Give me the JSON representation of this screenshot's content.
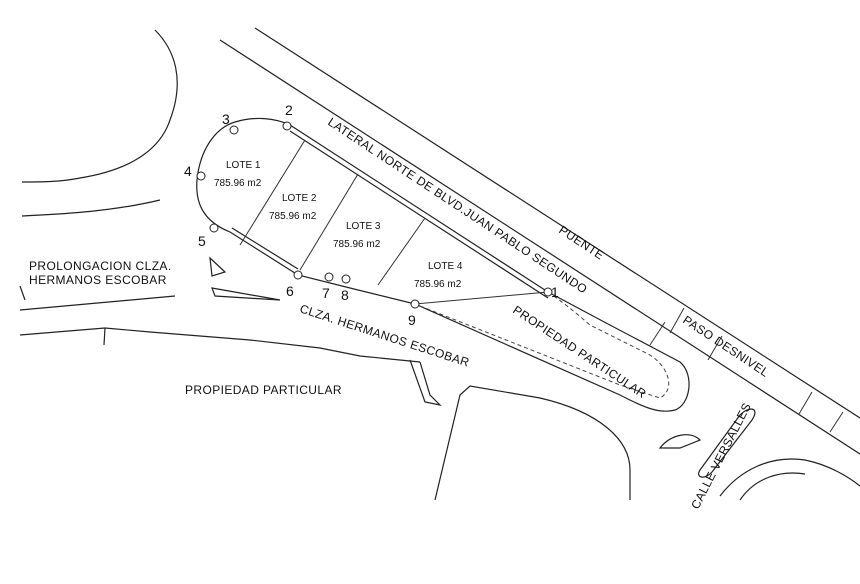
{
  "lots": [
    {
      "name": "LOTE 1",
      "area": "785.96 m2"
    },
    {
      "name": "LOTE 2",
      "area": "785.96 m2"
    },
    {
      "name": "LOTE 3",
      "area": "785.96 m2"
    },
    {
      "name": "LOTE 4",
      "area": "785.96 m2"
    }
  ],
  "vertices": [
    "1",
    "2",
    "3",
    "4",
    "5",
    "7",
    "8",
    "9"
  ],
  "streets": {
    "lateral_norte": "LATERAL NORTE DE BLVD.JUAN PABLO SEGUNDO",
    "puente": "PUENTE",
    "paso_desnivel": "PASO DESNIVEL",
    "prolongacion_line1": "PROLONGACION CLZA.",
    "prolongacion_line2": "HERMANOS ESCOBAR",
    "clza_hermanos_escobar": "CLZA. HERMANOS ESCOBAR",
    "calle_versalles": "CALLE VERSALLES"
  },
  "properties": {
    "particular_bottom": "PROPIEDAD PARTICULAR",
    "particular_right": "PROPIEDAD PARTICULAR"
  },
  "vertex_six": "6"
}
